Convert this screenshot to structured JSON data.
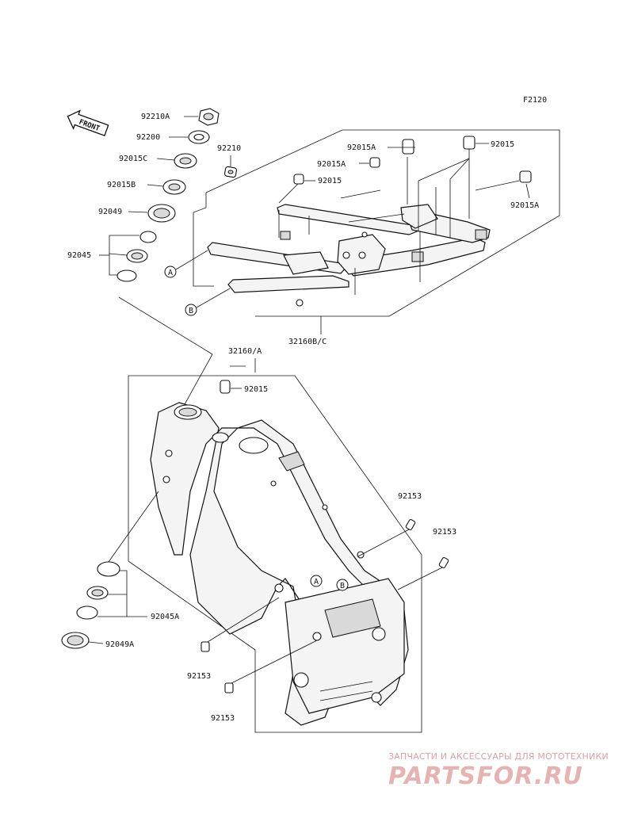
{
  "diagram": {
    "figure_code": "F2120",
    "front_arrow_label": "FRONT",
    "parts": {
      "p92210A": "92210A",
      "p92200": "92200",
      "p92015C": "92015C",
      "p92210": "92210",
      "p92015B": "92015B",
      "p92049": "92049",
      "p92045": "92045",
      "p92015A_1": "92015A",
      "p92015_1": "92015",
      "p92015A_2": "92015A",
      "p92015_2": "92015",
      "p92015A_3": "92015A",
      "p32160BC": "32160B/C",
      "p32160A": "32160/A",
      "p92015_3": "92015",
      "p92153_1": "92153",
      "p92153_2": "92153",
      "p92045A": "92045A",
      "p92049A": "92049A",
      "p92153_3": "92153",
      "p92153_4": "92153"
    },
    "ref_a": "A",
    "ref_b": "B",
    "ref_a2": "A",
    "ref_b2": "B"
  },
  "watermark": {
    "subtitle": "ЗАПЧАСТИ И АКСЕССУАРЫ ДЛЯ МОТОТЕХНИКИ",
    "logo": "PARTSFOR.RU"
  }
}
